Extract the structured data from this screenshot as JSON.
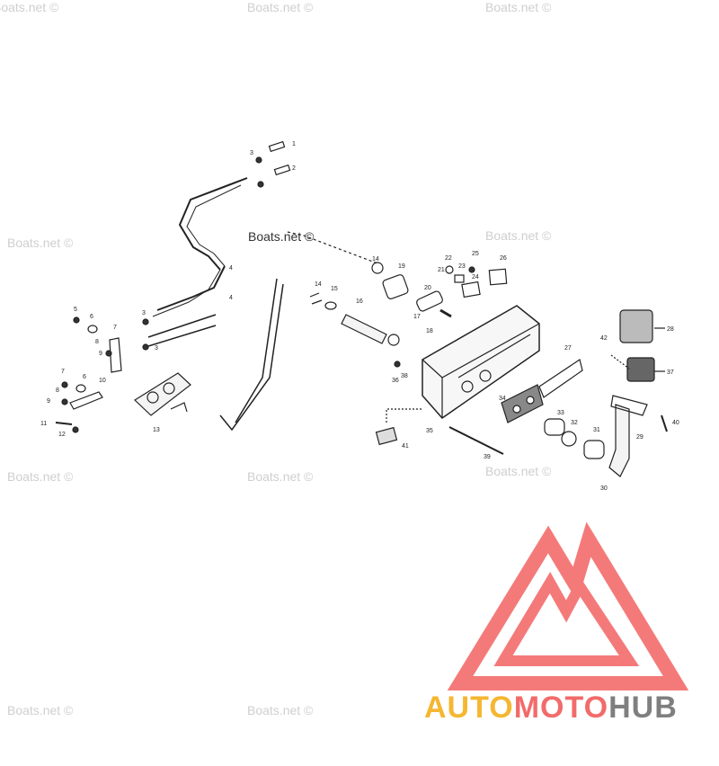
{
  "watermarks": [
    {
      "id": "wm-1",
      "text": "Boats.net ©"
    },
    {
      "id": "wm-2",
      "text": "Boats.net ©"
    },
    {
      "id": "wm-3",
      "text": "Boats.net ©"
    },
    {
      "id": "wm-4",
      "text": "Boats.net ©"
    },
    {
      "id": "wm-5",
      "text": "Boats.net ©"
    },
    {
      "id": "wm-6",
      "text": "Boats.net ©"
    },
    {
      "id": "wm-7",
      "text": "Boats.net ©"
    },
    {
      "id": "wm-8",
      "text": "Boats.net ©"
    },
    {
      "id": "wm-9",
      "text": "Boats.net ©"
    },
    {
      "id": "wm-10",
      "text": "Boats.net ©"
    }
  ],
  "diagram_watermark": "Boats.net ©",
  "callouts": [
    "1",
    "2",
    "3",
    "4",
    "4",
    "3",
    "3",
    "5",
    "6",
    "7",
    "8",
    "9",
    "7",
    "6",
    "10",
    "8",
    "9",
    "11",
    "12",
    "13",
    "14",
    "15",
    "14",
    "16",
    "17",
    "18",
    "19",
    "20",
    "21",
    "22",
    "23",
    "24",
    "25",
    "26",
    "27",
    "28",
    "29",
    "30",
    "31",
    "32",
    "33",
    "34",
    "35",
    "36",
    "37",
    "38",
    "39",
    "40",
    "41",
    "42"
  ],
  "logo": {
    "part1": "AUTO",
    "part2": "MOTO",
    "part3": "HUB",
    "color_orange": "#f5b731",
    "color_red": "#f26b6b",
    "color_gray": "#7f7f7f",
    "triangle_color": "#f47a7a"
  }
}
